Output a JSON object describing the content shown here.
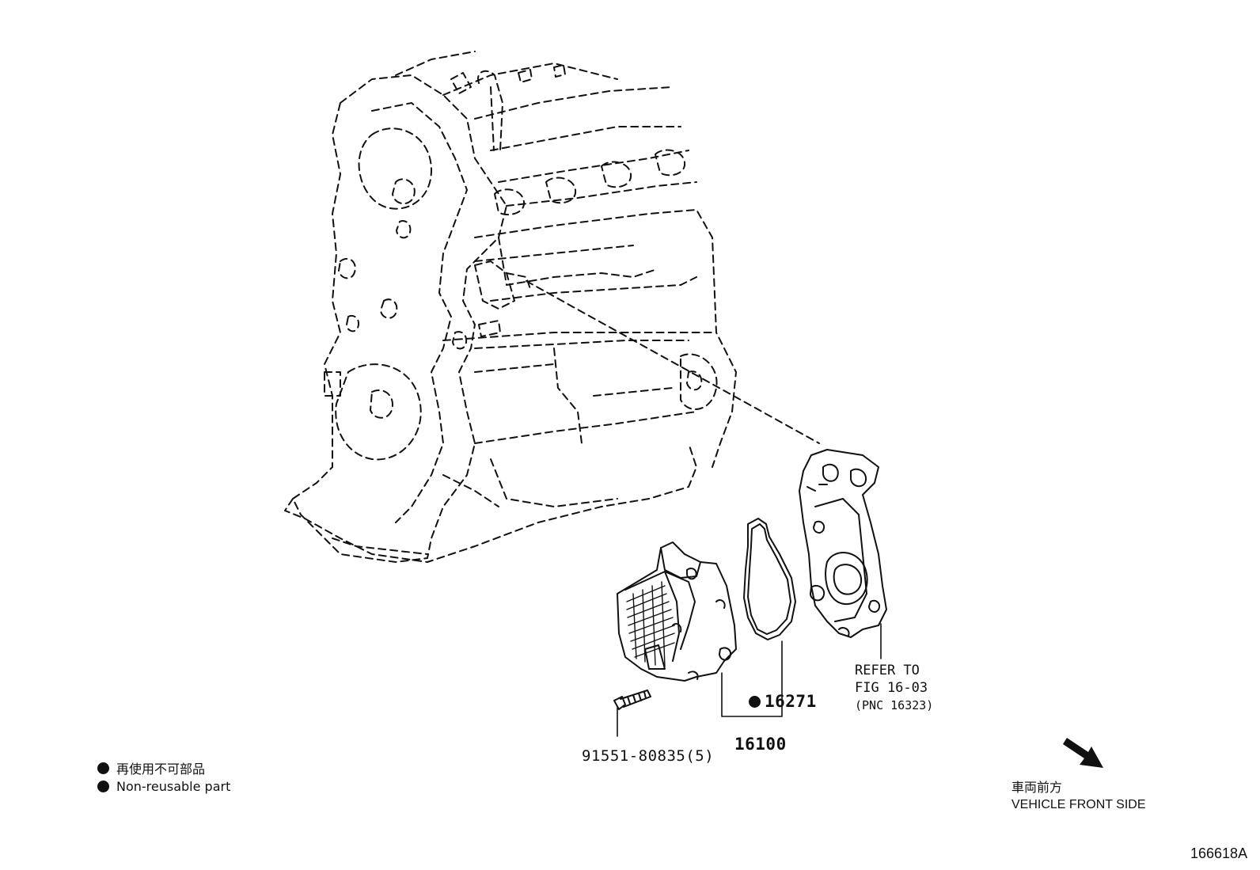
{
  "parts": {
    "bolt": "91551-80835(5)",
    "gasket": "16271",
    "pump_assembly": "16100"
  },
  "reference": {
    "line1": "REFER TO",
    "line2": "FIG 16-03",
    "line3": "(PNC 16323)"
  },
  "legend": {
    "jp": "再使用不可部品",
    "en": "Non-reusable part"
  },
  "vehicle_direction": {
    "jp": "車両前方",
    "en": "VEHICLE FRONT SIDE"
  },
  "figure_id": "166618A",
  "colors": {
    "ink": "#111111",
    "paper": "#ffffff"
  },
  "icons": [
    "non-reusable-dot-icon",
    "front-direction-arrow-icon"
  ]
}
